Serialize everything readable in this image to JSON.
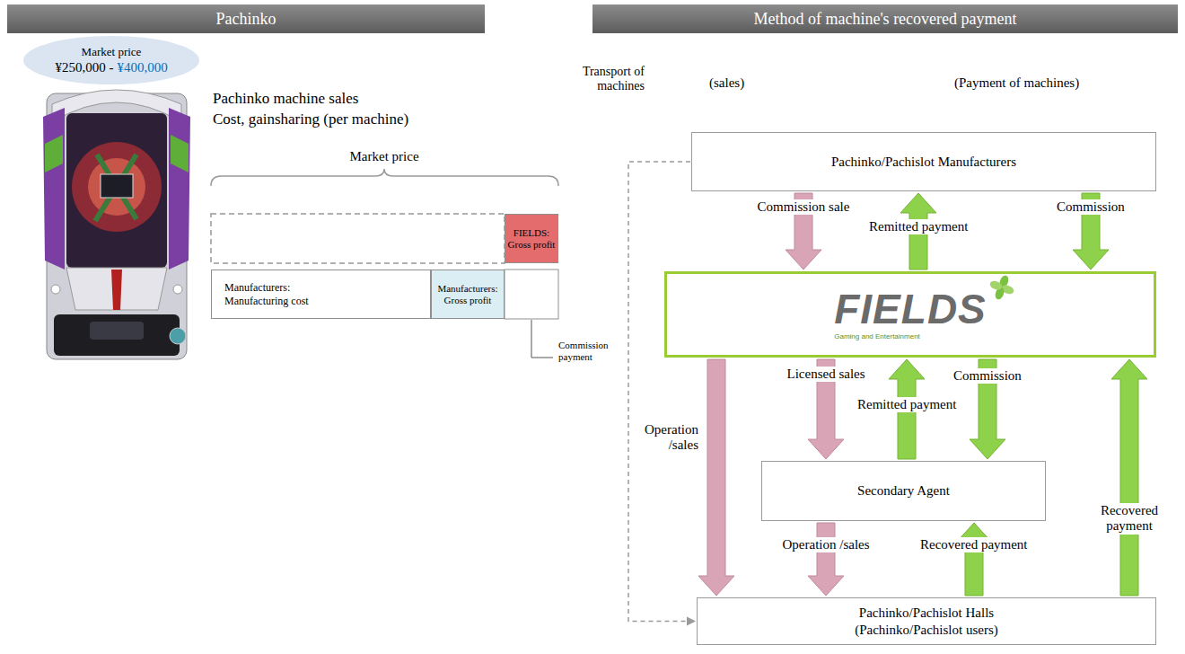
{
  "diagram": {
    "nodes": [
      {
        "text": [
          "Pachinko"
        ]
      },
      {
        "text": [
          "Method of machine's recovered payment"
        ]
      },
      {
        "text": [
          "Market price",
          "¥250,000 -",
          "¥400,000"
        ]
      },
      {
        "text": [
          "FIELDS: Gross profit"
        ]
      },
      {
        "text": [
          "Manufacturers: Manufacturing cost"
        ]
      },
      {
        "text": [
          "Manufacturers: Gross profit"
        ]
      },
      {
        "text": [
          "Pachinko/Pachislot Manufacturers"
        ]
      },
      {
        "text": [
          "FIELDS",
          "Gaming and Entertainment"
        ]
      },
      {
        "text": [
          "Secondary Agent"
        ]
      },
      {
        "text": [
          "Pachinko/Pachislot Halls",
          "(Pachinko/Pachislot users)"
        ]
      }
    ],
    "edges": [
      {
        "from": 6,
        "to": 7,
        "label": "Commission sale",
        "arrow": "to"
      },
      {
        "from": 7,
        "to": 6,
        "label": "Remitted payment",
        "arrow": "to"
      },
      {
        "from": 6,
        "to": 7,
        "label": "Commission",
        "arrow": "to"
      },
      {
        "from": 7,
        "to": 9,
        "label": "Operation /sales",
        "arrow": "to"
      },
      {
        "from": 7,
        "to": 8,
        "label": "Licensed sales",
        "arrow": "to"
      },
      {
        "from": 8,
        "to": 7,
        "label": "Remitted payment",
        "arrow": "to"
      },
      {
        "from": 7,
        "to": 8,
        "label": "Commission",
        "arrow": "to"
      },
      {
        "from": 9,
        "to": 7,
        "label": "Recovered payment",
        "arrow": "to"
      },
      {
        "from": 8,
        "to": 9,
        "label": "Operation /sales",
        "arrow": "to"
      },
      {
        "from": 9,
        "to": 8,
        "label": "Recovered payment",
        "arrow": "to"
      },
      {
        "from": 6,
        "to": 9,
        "label": "Transport of machines",
        "arrow": "to"
      }
    ],
    "labels": [
      "Pachinko machine sales",
      "Cost, gainsharing (per machine)",
      "Market price",
      "Commission payment",
      "(sales)",
      "(Payment of machines)"
    ]
  }
}
